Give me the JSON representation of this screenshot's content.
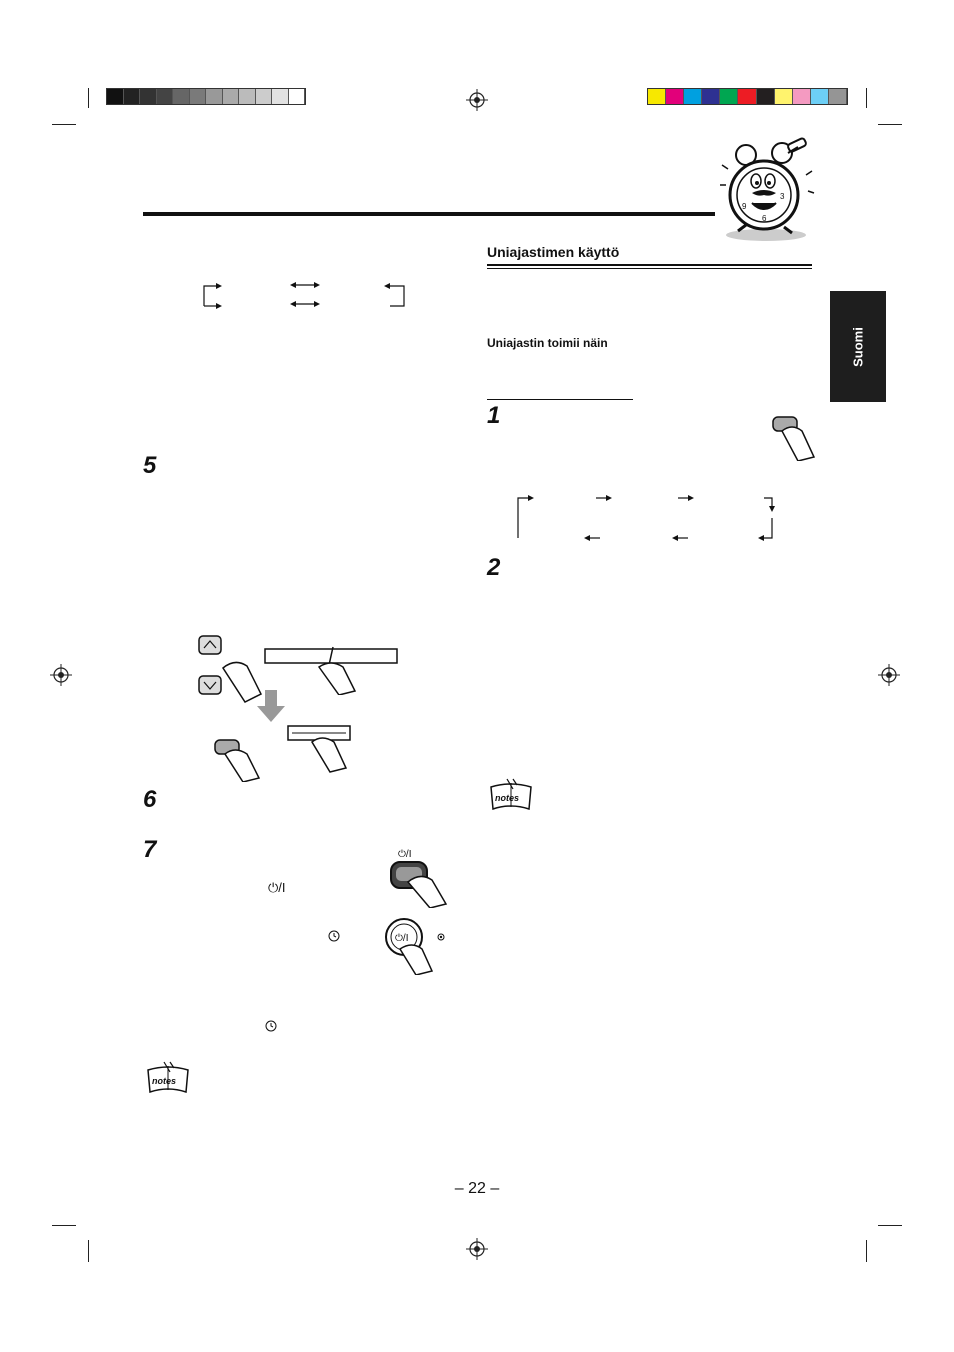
{
  "language_tab": "Suomi",
  "section": {
    "title": "Uniajastimen käyttö",
    "subtitle": "Uniajastin toimii näin"
  },
  "steps": {
    "left": [
      "5",
      "6",
      "7"
    ],
    "right": [
      "1",
      "2"
    ]
  },
  "power_symbol": "⏻/I",
  "page_number": "– 22 –",
  "notes_label": "notes",
  "colors": {
    "gray_scale": [
      "#111111",
      "#222222",
      "#333333",
      "#444444",
      "#666666",
      "#7a7a7a",
      "#999999",
      "#aaaaaa",
      "#bbbbbb",
      "#cccccc",
      "#e2e2e2",
      "#ffffff"
    ],
    "color_bar": [
      "#f7e800",
      "#e2007a",
      "#00a0e0",
      "#2e3192",
      "#00a651",
      "#ed1c24",
      "#231f20",
      "#fff36d",
      "#f49ac1",
      "#6dcff6",
      "#959595"
    ]
  }
}
